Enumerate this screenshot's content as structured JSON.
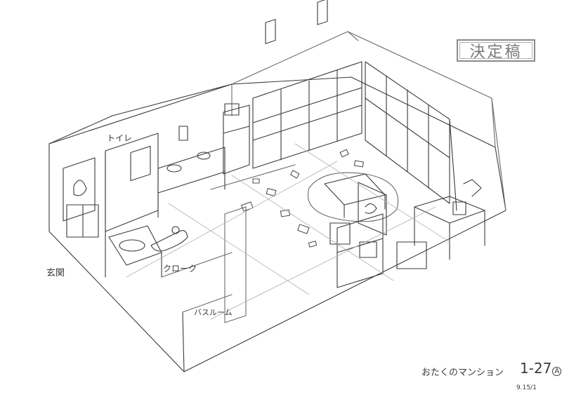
{
  "stamp": "決定稿",
  "room_labels": {
    "toilet": "トイレ",
    "entrance": "玄関",
    "closet": "クローク",
    "bathroom": "バスルーム"
  },
  "caption": {
    "title": "おたくのマンション",
    "cut_number": "1-27",
    "cut_suffix": "A",
    "date": "9.15/1"
  },
  "colors": {
    "line": "#3a3a3a",
    "light_line": "#8c8c8c",
    "stamp": "#7a7a7a"
  }
}
